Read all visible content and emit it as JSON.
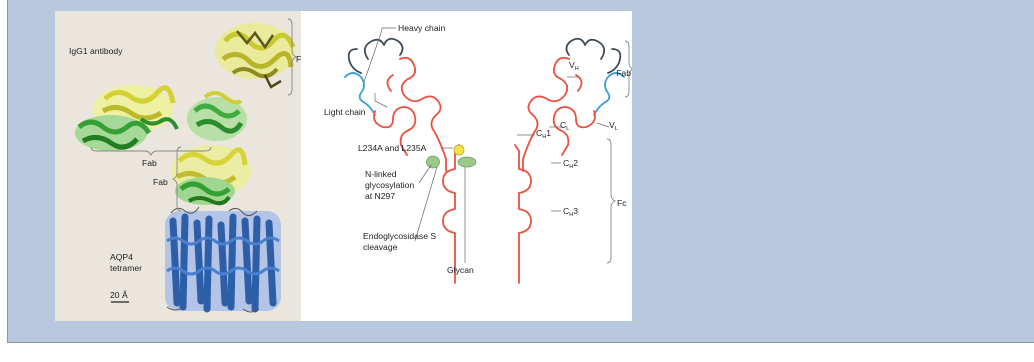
{
  "panel_a": {
    "title": "IgG1 antibody",
    "fc_label": "Fc",
    "fab_label_lower": "Fab",
    "fab_label_side": "Fab",
    "aqp4_line1": "AQP4",
    "aqp4_line2": "tetramer",
    "scale_label": "20 Å"
  },
  "panel_b": {
    "heavy_chain": "Heavy chain",
    "light_chain": "Light chain",
    "vh_main": "V",
    "vh_sub": "H",
    "vl_main": "V",
    "vl_sub": "L",
    "ch1_main": "C",
    "ch1_sub": "H",
    "ch1_suffix": "1",
    "cl_main": "C",
    "cl_sub": "L",
    "ch2_main": "C",
    "ch2_sub": "H",
    "ch2_suffix": "2",
    "ch3_main": "C",
    "ch3_sub": "H",
    "ch3_suffix": "3",
    "fab_label": "Fab",
    "fc_label": "Fc",
    "mutation_label": "L234A and L235A",
    "glyco_line1": "N-linked",
    "glyco_line2": "glycosylation",
    "glyco_line3": "at N297",
    "endo_line1": "Endoglycosidase S",
    "endo_line2": "cleavage",
    "glycan_label": "Glycan"
  },
  "colors": {
    "page_background": "#b8c9df",
    "heavy_chain_red": "#e8523f",
    "variable_dark": "#3d4a55",
    "light_chain_blue": "#3a9fd6",
    "glycan_green": "#9cc98a",
    "mutation_yellow": "#f2e24a",
    "aqp4_blue": "#2d5fa8",
    "fab_green": "#3aa53a",
    "fc_yellow": "#d6d63c"
  }
}
